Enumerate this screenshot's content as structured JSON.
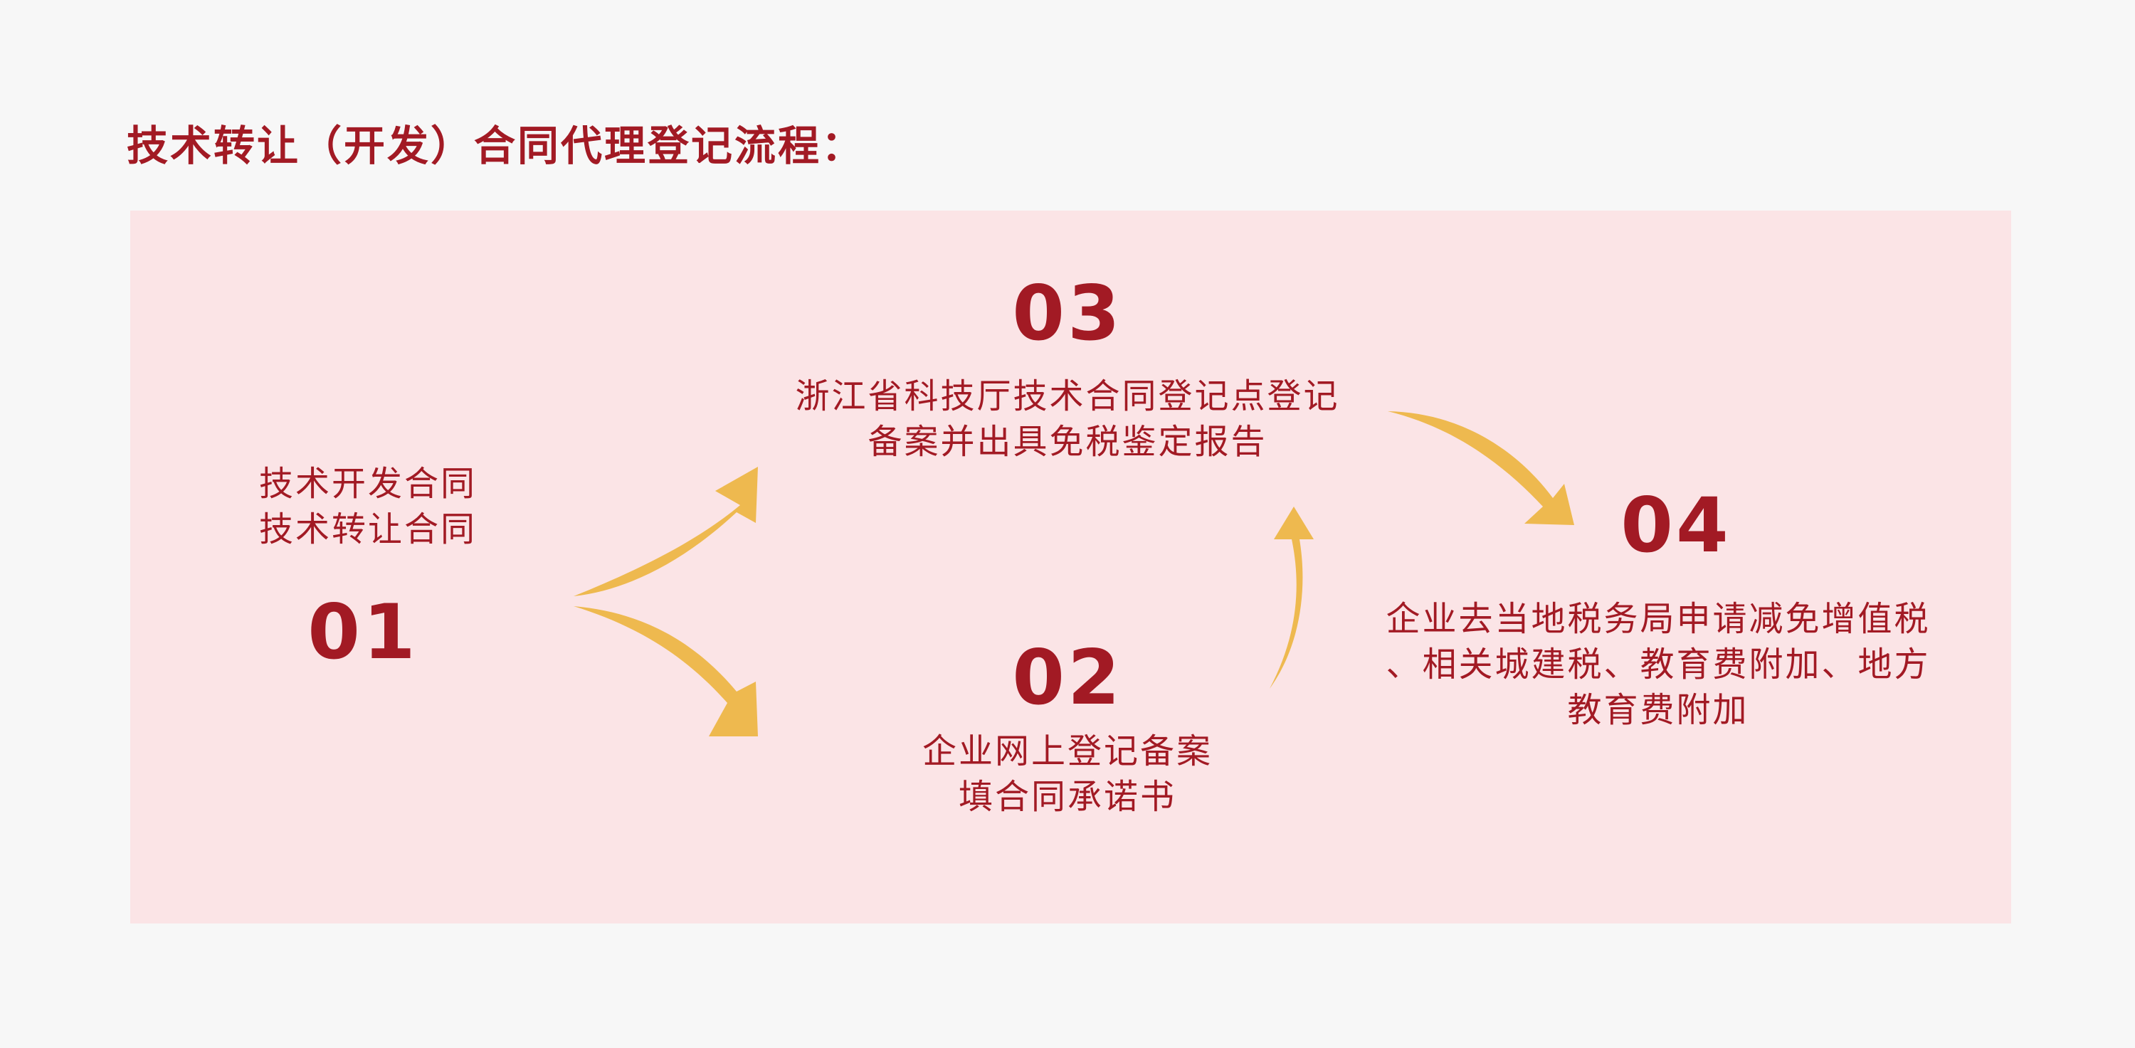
{
  "title": "技术转让（开发）合同代理登记流程：",
  "colors": {
    "background": "#f7f7f7",
    "panel": "#fbe4e6",
    "accent_red": "#a21a24",
    "arrow_gold": "#eeb94f"
  },
  "steps": [
    {
      "number": "01",
      "lines": [
        "技术开发合同",
        "技术转让合同"
      ]
    },
    {
      "number": "02",
      "lines": [
        "企业网上登记备案",
        "填合同承诺书"
      ]
    },
    {
      "number": "03",
      "lines": [
        "浙江省科技厅技术合同登记点登记",
        "备案并出具免税鉴定报告"
      ]
    },
    {
      "number": "04",
      "lines": [
        "企业去当地税务局申请减免增值税",
        "、相关城建税、教育费附加、地方",
        "教育费附加"
      ]
    }
  ]
}
